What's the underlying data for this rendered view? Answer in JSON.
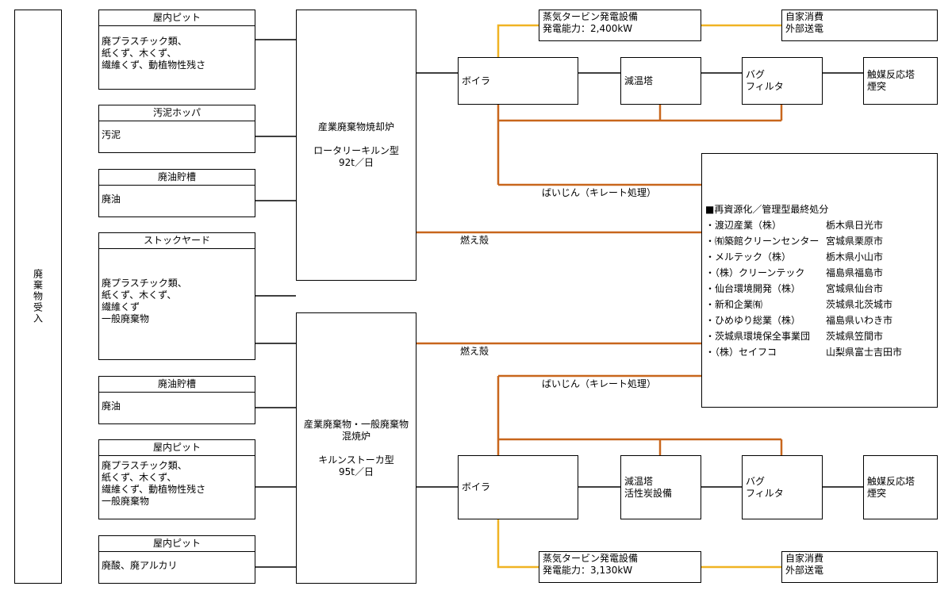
{
  "intake": "廃棄物受入",
  "sources": [
    {
      "header": "屋内ピット",
      "lines": [
        "廃プラスチック類、",
        "紙くず、木くず、",
        "繊維くず、動植物性残さ"
      ]
    },
    {
      "header": "汚泥ホッパ",
      "lines": [
        "汚泥"
      ]
    },
    {
      "header": "廃油貯槽",
      "lines": [
        "廃油"
      ]
    },
    {
      "header": "ストックヤード",
      "lines": [
        "廃プラスチック類、",
        "紙くず、木くず、",
        "繊維くず",
        "一般廃棄物"
      ]
    },
    {
      "header": "廃油貯槽",
      "lines": [
        "廃油"
      ]
    },
    {
      "header": "屋内ピット",
      "lines": [
        "廃プラスチック類、",
        "紙くず、木くず、",
        "繊維くず、動植物性残さ",
        "一般廃棄物"
      ]
    },
    {
      "header": "屋内ピット",
      "lines": [
        "廃酸、廃アルカリ"
      ]
    }
  ],
  "furnace1": {
    "lines": [
      "産業廃棄物焼却炉",
      "",
      "ロータリーキルン型",
      "92t／日"
    ]
  },
  "furnace2": {
    "lines": [
      "産業廃棄物・一般廃棄物",
      "混焼炉",
      "",
      "キルンストーカ型",
      "95t／日"
    ]
  },
  "line1": {
    "turbine": [
      "蒸気タービン発電設備",
      "発電能力：2,400kW"
    ],
    "usage": [
      "自家消費",
      "外部送電"
    ],
    "boiler": "ボイラ",
    "cooler": [
      "減温塔"
    ],
    "bag": [
      "バグ",
      "フィルタ"
    ],
    "catalyst": [
      "触媒反応塔",
      "煙突"
    ],
    "ash_label": "燃え殻",
    "dust_label": "ばいじん（キレート処理）"
  },
  "line2": {
    "turbine": [
      "蒸気タービン発電設備",
      "発電能力：3,130kW"
    ],
    "usage": [
      "自家消費",
      "外部送電"
    ],
    "boiler": "ボイラ",
    "cooler": [
      "減温塔",
      "活性炭設備"
    ],
    "bag": [
      "バグ",
      "フィルタ"
    ],
    "catalyst": [
      "触媒反応塔",
      "煙突"
    ],
    "ash_label": "燃え殻",
    "dust_label": "ばいじん（キレート処理）"
  },
  "disposal": {
    "title": "■再資源化／管理型最終処分",
    "rows": [
      {
        "name": "・渡辺産業（株）",
        "place": "栃木県日光市"
      },
      {
        "name": "・㈲築館クリーンセンター",
        "place": "宮城県栗原市"
      },
      {
        "name": "・メルテック（株）",
        "place": "栃木県小山市"
      },
      {
        "name": "・（株）クリーンテック",
        "place": "福島県福島市"
      },
      {
        "name": "・仙台環境開発（株）",
        "place": "宮城県仙台市"
      },
      {
        "name": "・新和企業㈲",
        "place": "茨城県北茨城市"
      },
      {
        "name": "・ひめゆり総業（株）",
        "place": "福島県いわき市"
      },
      {
        "name": "・茨城県環境保全事業団",
        "place": "茨城県笠間市"
      },
      {
        "name": "・（株）セイフコ",
        "place": "山梨県富士吉田市"
      }
    ]
  },
  "colors": {
    "steam": "#f0b323",
    "residue": "#c8661c",
    "flow": "#000000"
  }
}
